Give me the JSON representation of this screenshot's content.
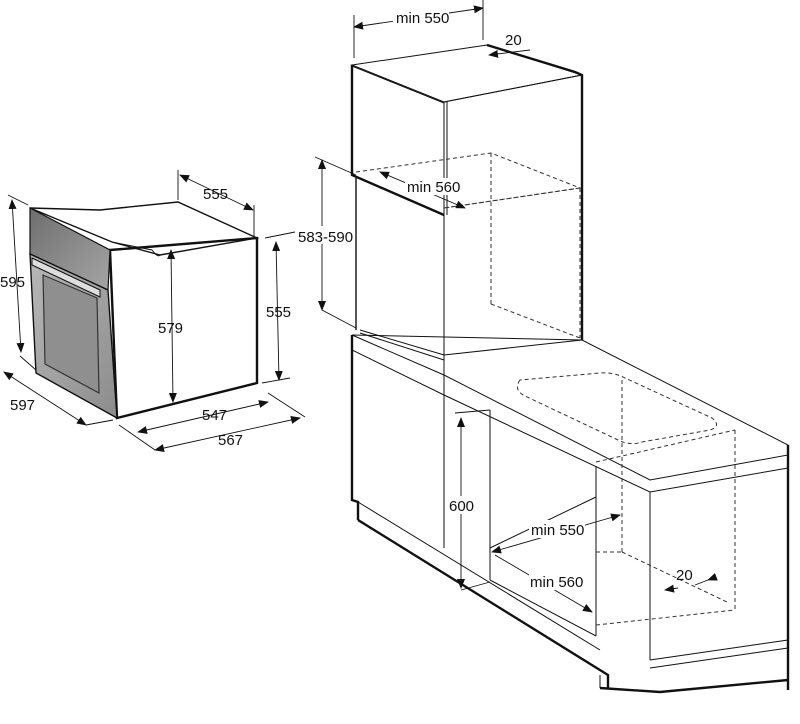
{
  "oven": {
    "dimensions": {
      "height_total": "595",
      "width_front": "597",
      "depth_top": "555",
      "height_body": "579",
      "height_side": "555",
      "depth_body": "547",
      "depth_total": "567"
    }
  },
  "cabinet_tall": {
    "dimensions": {
      "width_min": "min 550",
      "gap_rear": "20",
      "depth_min": "min 560",
      "niche_height": "583-590"
    }
  },
  "cabinet_under_counter": {
    "dimensions": {
      "niche_height": "600",
      "width_min": "min 550",
      "depth_min": "min 560",
      "gap_rear": "20"
    }
  },
  "colors": {
    "line": "#111111",
    "background": "#ffffff",
    "oven_panel": "#8a8a8a",
    "oven_glass": "#9a9a9a"
  }
}
